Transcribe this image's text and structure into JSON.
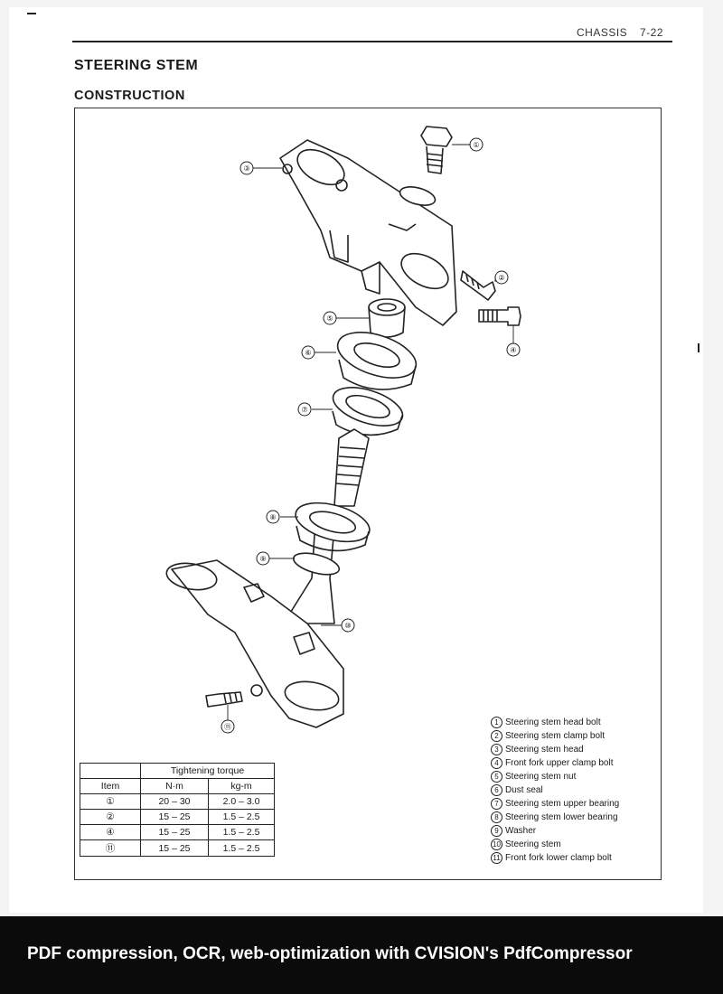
{
  "header": {
    "section": "CHASSIS",
    "page": "7-22"
  },
  "title": "STEERING STEM",
  "subtitle": "CONSTRUCTION",
  "callouts": [
    "①",
    "②",
    "③",
    "④",
    "⑤",
    "⑥",
    "⑦",
    "⑧",
    "⑨",
    "⑩",
    "⑪"
  ],
  "torque_table": {
    "caption": "Tightening torque",
    "columns": [
      "Item",
      "N·m",
      "kg-m"
    ],
    "rows": [
      {
        "item": "①",
        "nm": "20 – 30",
        "kgm": "2.0 – 3.0"
      },
      {
        "item": "②",
        "nm": "15 – 25",
        "kgm": "1.5 – 2.5"
      },
      {
        "item": "④",
        "nm": "15 – 25",
        "kgm": "1.5 – 2.5"
      },
      {
        "item": "⑪",
        "nm": "15 – 25",
        "kgm": "1.5 – 2.5"
      }
    ]
  },
  "legend": [
    {
      "num": "1",
      "label": "Steering stem head bolt"
    },
    {
      "num": "2",
      "label": "Steering stem clamp bolt"
    },
    {
      "num": "3",
      "label": "Steering stem head"
    },
    {
      "num": "4",
      "label": "Front fork upper clamp bolt"
    },
    {
      "num": "5",
      "label": "Steering stem nut"
    },
    {
      "num": "6",
      "label": "Dust seal"
    },
    {
      "num": "7",
      "label": "Steering stem upper bearing"
    },
    {
      "num": "8",
      "label": "Steering stem lower bearing"
    },
    {
      "num": "9",
      "label": "Washer"
    },
    {
      "num": "10",
      "label": "Steering stem"
    },
    {
      "num": "11",
      "label": "Front fork lower clamp bolt"
    }
  ],
  "footer": "PDF compression, OCR, web-optimization with CVISION's PdfCompressor"
}
